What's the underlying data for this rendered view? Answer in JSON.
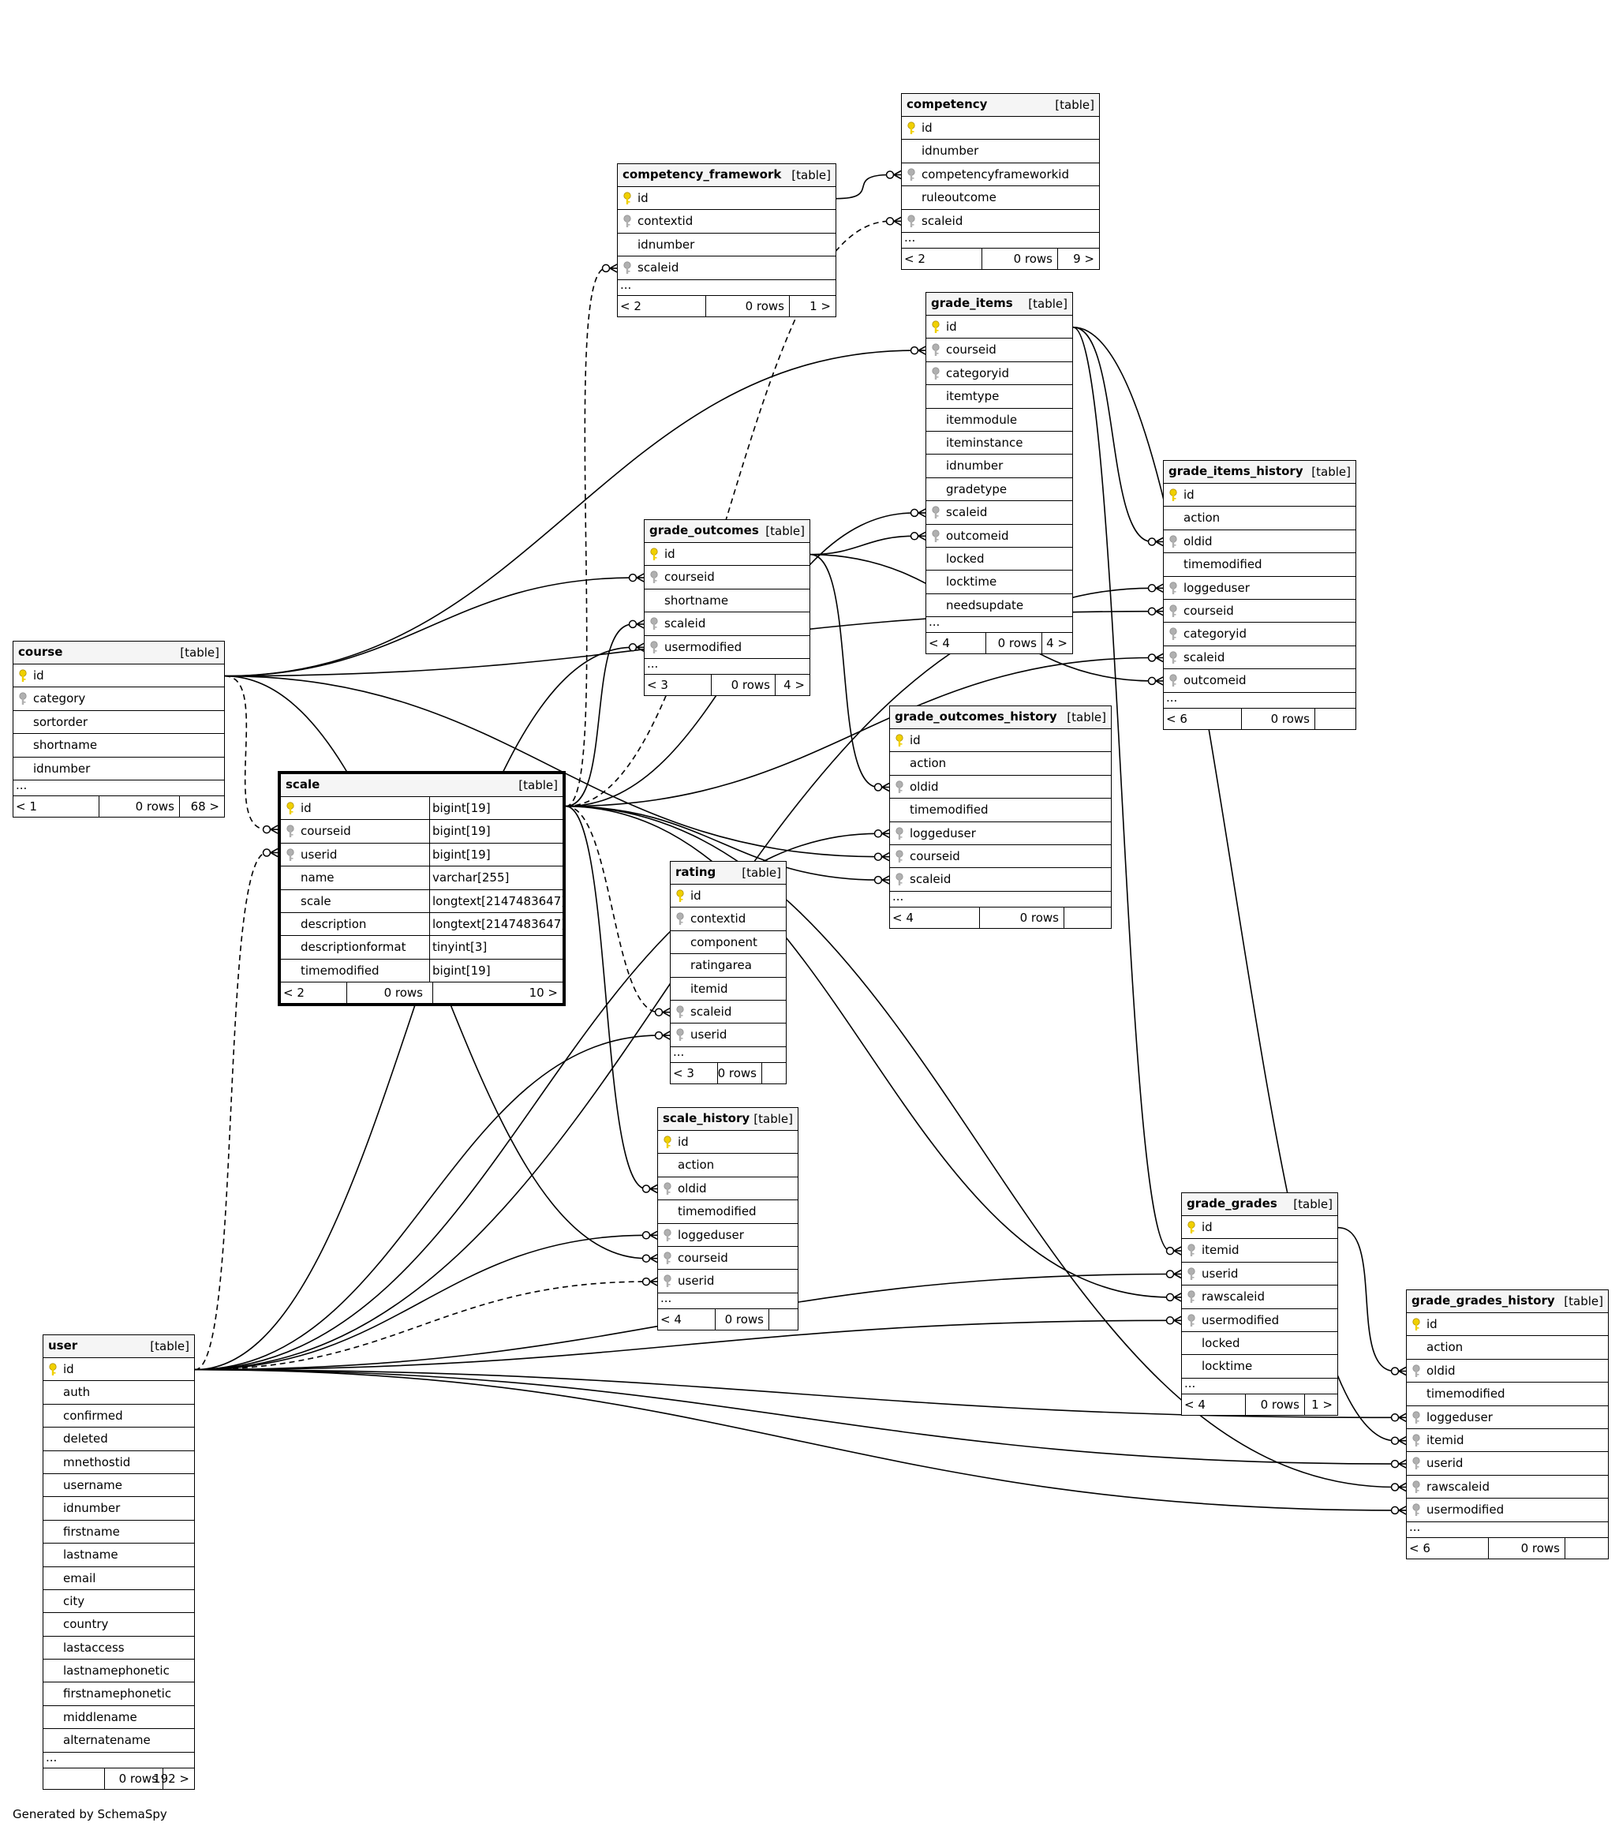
{
  "tables": [
    {
      "id": "competency",
      "name": "competency",
      "type_label": "[table]",
      "is_main": false,
      "columns": [
        {
          "name": "id",
          "key": "pk"
        },
        {
          "name": "idnumber",
          "key": ""
        },
        {
          "name": "competencyframeworkid",
          "key": "fk"
        },
        {
          "name": "ruleoutcome",
          "key": ""
        },
        {
          "name": "scaleid",
          "key": "fk"
        }
      ],
      "ellipsis": "...",
      "footer": {
        "parents": "< 2",
        "rows": "0 rows",
        "children": "9 >"
      }
    },
    {
      "id": "competency_framework",
      "name": "competency_framework",
      "type_label": "[table]",
      "is_main": false,
      "columns": [
        {
          "name": "id",
          "key": "pk"
        },
        {
          "name": "contextid",
          "key": "fk"
        },
        {
          "name": "idnumber",
          "key": ""
        },
        {
          "name": "scaleid",
          "key": "fk"
        }
      ],
      "ellipsis": "...",
      "footer": {
        "parents": "< 2",
        "rows": "0 rows",
        "children": "1 >"
      }
    },
    {
      "id": "grade_items",
      "name": "grade_items",
      "type_label": "[table]",
      "is_main": false,
      "columns": [
        {
          "name": "id",
          "key": "pk"
        },
        {
          "name": "courseid",
          "key": "fk"
        },
        {
          "name": "categoryid",
          "key": "fk"
        },
        {
          "name": "itemtype",
          "key": ""
        },
        {
          "name": "itemmodule",
          "key": ""
        },
        {
          "name": "iteminstance",
          "key": ""
        },
        {
          "name": "idnumber",
          "key": ""
        },
        {
          "name": "gradetype",
          "key": ""
        },
        {
          "name": "scaleid",
          "key": "fk"
        },
        {
          "name": "outcomeid",
          "key": "fk"
        },
        {
          "name": "locked",
          "key": ""
        },
        {
          "name": "locktime",
          "key": ""
        },
        {
          "name": "needsupdate",
          "key": ""
        }
      ],
      "ellipsis": "...",
      "footer": {
        "parents": "< 4",
        "rows": "0 rows",
        "children": "4 >"
      }
    },
    {
      "id": "grade_items_history",
      "name": "grade_items_history",
      "type_label": "[table]",
      "is_main": false,
      "columns": [
        {
          "name": "id",
          "key": "pk"
        },
        {
          "name": "action",
          "key": ""
        },
        {
          "name": "oldid",
          "key": "fk"
        },
        {
          "name": "timemodified",
          "key": ""
        },
        {
          "name": "loggeduser",
          "key": "fk"
        },
        {
          "name": "courseid",
          "key": "fk"
        },
        {
          "name": "categoryid",
          "key": "fk"
        },
        {
          "name": "scaleid",
          "key": "fk"
        },
        {
          "name": "outcomeid",
          "key": "fk"
        }
      ],
      "ellipsis": "...",
      "footer": {
        "parents": "< 6",
        "rows": "0 rows",
        "children": ""
      }
    },
    {
      "id": "grade_outcomes",
      "name": "grade_outcomes",
      "type_label": "[table]",
      "is_main": false,
      "columns": [
        {
          "name": "id",
          "key": "pk"
        },
        {
          "name": "courseid",
          "key": "fk"
        },
        {
          "name": "shortname",
          "key": ""
        },
        {
          "name": "scaleid",
          "key": "fk"
        },
        {
          "name": "usermodified",
          "key": "fk"
        }
      ],
      "ellipsis": "...",
      "footer": {
        "parents": "< 3",
        "rows": "0 rows",
        "children": "4 >"
      }
    },
    {
      "id": "course",
      "name": "course",
      "type_label": "[table]",
      "is_main": false,
      "columns": [
        {
          "name": "id",
          "key": "pk"
        },
        {
          "name": "category",
          "key": "fk"
        },
        {
          "name": "sortorder",
          "key": ""
        },
        {
          "name": "shortname",
          "key": ""
        },
        {
          "name": "idnumber",
          "key": ""
        }
      ],
      "ellipsis": "...",
      "footer": {
        "parents": "< 1",
        "rows": "0 rows",
        "children": "68 >"
      }
    },
    {
      "id": "grade_outcomes_history",
      "name": "grade_outcomes_history",
      "type_label": "[table]",
      "is_main": false,
      "columns": [
        {
          "name": "id",
          "key": "pk"
        },
        {
          "name": "action",
          "key": ""
        },
        {
          "name": "oldid",
          "key": "fk"
        },
        {
          "name": "timemodified",
          "key": ""
        },
        {
          "name": "loggeduser",
          "key": "fk"
        },
        {
          "name": "courseid",
          "key": "fk"
        },
        {
          "name": "scaleid",
          "key": "fk"
        }
      ],
      "ellipsis": "...",
      "footer": {
        "parents": "< 4",
        "rows": "0 rows",
        "children": ""
      }
    },
    {
      "id": "scale",
      "name": "scale",
      "type_label": "[table]",
      "is_main": true,
      "columns": [
        {
          "name": "id",
          "key": "pk",
          "type": "bigint[19]"
        },
        {
          "name": "courseid",
          "key": "fk",
          "type": "bigint[19]"
        },
        {
          "name": "userid",
          "key": "fk",
          "type": "bigint[19]"
        },
        {
          "name": "name",
          "key": "",
          "type": "varchar[255]"
        },
        {
          "name": "scale",
          "key": "",
          "type": "longtext[2147483647]"
        },
        {
          "name": "description",
          "key": "",
          "type": "longtext[2147483647]"
        },
        {
          "name": "descriptionformat",
          "key": "",
          "type": "tinyint[3]"
        },
        {
          "name": "timemodified",
          "key": "",
          "type": "bigint[19]"
        }
      ],
      "ellipsis": "",
      "footer": {
        "parents": "< 2",
        "rows": "0 rows",
        "children": "10 >"
      }
    },
    {
      "id": "rating",
      "name": "rating",
      "type_label": "[table]",
      "is_main": false,
      "columns": [
        {
          "name": "id",
          "key": "pk"
        },
        {
          "name": "contextid",
          "key": "fk"
        },
        {
          "name": "component",
          "key": ""
        },
        {
          "name": "ratingarea",
          "key": ""
        },
        {
          "name": "itemid",
          "key": ""
        },
        {
          "name": "scaleid",
          "key": "fk"
        },
        {
          "name": "userid",
          "key": "fk"
        }
      ],
      "ellipsis": "...",
      "footer": {
        "parents": "< 3",
        "rows": "0 rows",
        "children": ""
      }
    },
    {
      "id": "scale_history",
      "name": "scale_history",
      "type_label": "[table]",
      "is_main": false,
      "columns": [
        {
          "name": "id",
          "key": "pk"
        },
        {
          "name": "action",
          "key": ""
        },
        {
          "name": "oldid",
          "key": "fk"
        },
        {
          "name": "timemodified",
          "key": ""
        },
        {
          "name": "loggeduser",
          "key": "fk"
        },
        {
          "name": "courseid",
          "key": "fk"
        },
        {
          "name": "userid",
          "key": "fk"
        }
      ],
      "ellipsis": "...",
      "footer": {
        "parents": "< 4",
        "rows": "0 rows",
        "children": ""
      }
    },
    {
      "id": "grade_grades",
      "name": "grade_grades",
      "type_label": "[table]",
      "is_main": false,
      "columns": [
        {
          "name": "id",
          "key": "pk"
        },
        {
          "name": "itemid",
          "key": "fk"
        },
        {
          "name": "userid",
          "key": "fk"
        },
        {
          "name": "rawscaleid",
          "key": "fk"
        },
        {
          "name": "usermodified",
          "key": "fk"
        },
        {
          "name": "locked",
          "key": ""
        },
        {
          "name": "locktime",
          "key": ""
        }
      ],
      "ellipsis": "...",
      "footer": {
        "parents": "< 4",
        "rows": "0 rows",
        "children": "1 >"
      }
    },
    {
      "id": "grade_grades_history",
      "name": "grade_grades_history",
      "type_label": "[table]",
      "is_main": false,
      "columns": [
        {
          "name": "id",
          "key": "pk"
        },
        {
          "name": "action",
          "key": ""
        },
        {
          "name": "oldid",
          "key": "fk"
        },
        {
          "name": "timemodified",
          "key": ""
        },
        {
          "name": "loggeduser",
          "key": "fk"
        },
        {
          "name": "itemid",
          "key": "fk"
        },
        {
          "name": "userid",
          "key": "fk"
        },
        {
          "name": "rawscaleid",
          "key": "fk"
        },
        {
          "name": "usermodified",
          "key": "fk"
        }
      ],
      "ellipsis": "...",
      "footer": {
        "parents": "< 6",
        "rows": "0 rows",
        "children": ""
      }
    },
    {
      "id": "user",
      "name": "user",
      "type_label": "[table]",
      "is_main": false,
      "columns": [
        {
          "name": "id",
          "key": "pk"
        },
        {
          "name": "auth",
          "key": ""
        },
        {
          "name": "confirmed",
          "key": ""
        },
        {
          "name": "deleted",
          "key": ""
        },
        {
          "name": "mnethostid",
          "key": ""
        },
        {
          "name": "username",
          "key": ""
        },
        {
          "name": "idnumber",
          "key": ""
        },
        {
          "name": "firstname",
          "key": ""
        },
        {
          "name": "lastname",
          "key": ""
        },
        {
          "name": "email",
          "key": ""
        },
        {
          "name": "city",
          "key": ""
        },
        {
          "name": "country",
          "key": ""
        },
        {
          "name": "lastaccess",
          "key": ""
        },
        {
          "name": "lastnamephonetic",
          "key": ""
        },
        {
          "name": "firstnamephonetic",
          "key": ""
        },
        {
          "name": "middlename",
          "key": ""
        },
        {
          "name": "alternatename",
          "key": ""
        }
      ],
      "ellipsis": "...",
      "footer": {
        "parents": "",
        "rows": "0 rows",
        "children": "192 >"
      }
    }
  ],
  "relationships": [
    {
      "from": "competency_framework.id",
      "to": "competency.competencyframeworkid",
      "style": "solid"
    },
    {
      "from": "scale.id",
      "to": "competency.scaleid",
      "style": "dashed"
    },
    {
      "from": "scale.id",
      "to": "competency_framework.scaleid",
      "style": "dashed"
    },
    {
      "from": "course.id",
      "to": "grade_items.courseid",
      "style": "solid"
    },
    {
      "from": "scale.id",
      "to": "grade_items.scaleid",
      "style": "solid"
    },
    {
      "from": "grade_outcomes.id",
      "to": "grade_items.outcomeid",
      "style": "solid"
    },
    {
      "from": "grade_items.id",
      "to": "grade_items_history.oldid",
      "style": "solid"
    },
    {
      "from": "user.id",
      "to": "grade_items_history.loggeduser",
      "style": "solid"
    },
    {
      "from": "course.id",
      "to": "grade_items_history.courseid",
      "style": "solid"
    },
    {
      "from": "scale.id",
      "to": "grade_items_history.scaleid",
      "style": "solid"
    },
    {
      "from": "grade_outcomes.id",
      "to": "grade_items_history.outcomeid",
      "style": "solid"
    },
    {
      "from": "course.id",
      "to": "grade_outcomes.courseid",
      "style": "solid"
    },
    {
      "from": "scale.id",
      "to": "grade_outcomes.scaleid",
      "style": "solid"
    },
    {
      "from": "user.id",
      "to": "grade_outcomes.usermodified",
      "style": "solid"
    },
    {
      "from": "grade_outcomes.id",
      "to": "grade_outcomes_history.oldid",
      "style": "solid"
    },
    {
      "from": "user.id",
      "to": "grade_outcomes_history.loggeduser",
      "style": "solid"
    },
    {
      "from": "course.id",
      "to": "grade_outcomes_history.courseid",
      "style": "solid"
    },
    {
      "from": "scale.id",
      "to": "grade_outcomes_history.scaleid",
      "style": "solid"
    },
    {
      "from": "course.id",
      "to": "scale.courseid",
      "style": "dashed"
    },
    {
      "from": "user.id",
      "to": "scale.userid",
      "style": "dashed"
    },
    {
      "from": "scale.id",
      "to": "rating.scaleid",
      "style": "dashed"
    },
    {
      "from": "user.id",
      "to": "rating.userid",
      "style": "solid"
    },
    {
      "from": "scale.id",
      "to": "scale_history.oldid",
      "style": "solid"
    },
    {
      "from": "user.id",
      "to": "scale_history.loggeduser",
      "style": "solid"
    },
    {
      "from": "course.id",
      "to": "scale_history.courseid",
      "style": "solid"
    },
    {
      "from": "user.id",
      "to": "scale_history.userid",
      "style": "dashed"
    },
    {
      "from": "grade_items.id",
      "to": "grade_grades.itemid",
      "style": "solid"
    },
    {
      "from": "user.id",
      "to": "grade_grades.userid",
      "style": "solid"
    },
    {
      "from": "scale.id",
      "to": "grade_grades.rawscaleid",
      "style": "solid"
    },
    {
      "from": "user.id",
      "to": "grade_grades.usermodified",
      "style": "solid"
    },
    {
      "from": "grade_grades.id",
      "to": "grade_grades_history.oldid",
      "style": "solid"
    },
    {
      "from": "user.id",
      "to": "grade_grades_history.loggeduser",
      "style": "solid"
    },
    {
      "from": "grade_items.id",
      "to": "grade_grades_history.itemid",
      "style": "solid"
    },
    {
      "from": "user.id",
      "to": "grade_grades_history.userid",
      "style": "solid"
    },
    {
      "from": "scale.id",
      "to": "grade_grades_history.rawscaleid",
      "style": "solid"
    },
    {
      "from": "user.id",
      "to": "grade_grades_history.usermodified",
      "style": "solid"
    }
  ],
  "colors": {
    "pk_key": "#f0d000",
    "fk_key": "#b0b0b0",
    "header_bg": "#f5f5f5",
    "line": "#000000"
  },
  "generated_by": "Generated by SchemaSpy"
}
